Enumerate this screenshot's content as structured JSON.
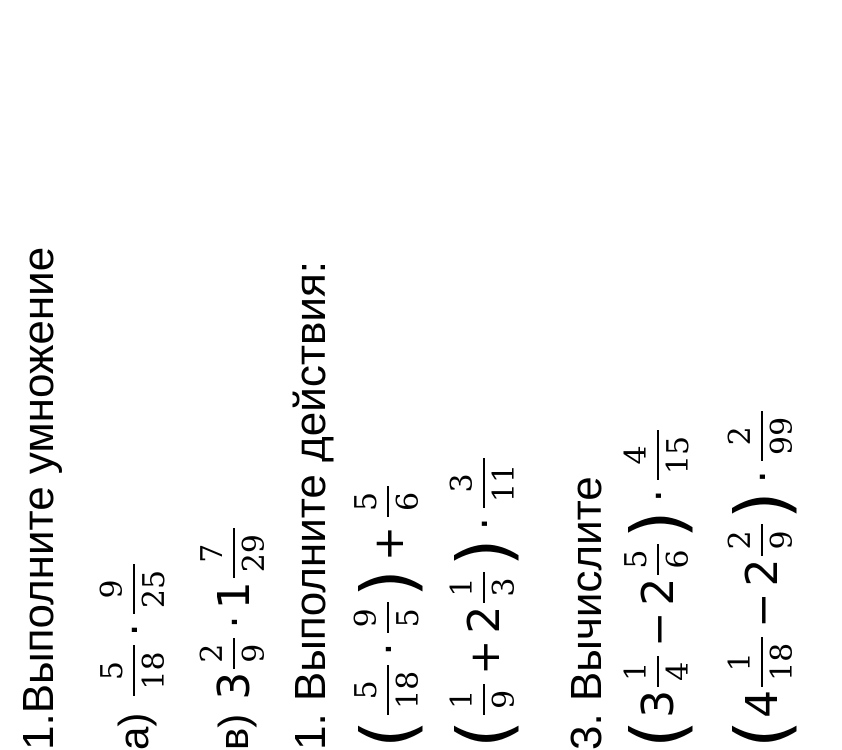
{
  "task1": {
    "title": "1.Выполните умножение",
    "a": {
      "label": "а)",
      "f1": {
        "n": "5",
        "d": "18"
      },
      "op": "·",
      "f2": {
        "n": "9",
        "d": "25"
      }
    },
    "b": {
      "label": "в)",
      "w1": "3",
      "f1": {
        "n": "2",
        "d": "9"
      },
      "op": "·",
      "w2": "1",
      "f2": {
        "n": "7",
        "d": "29"
      }
    }
  },
  "task2": {
    "title": "1.  Выполните действия:",
    "e1": {
      "lp": "(",
      "f1": {
        "n": "5",
        "d": "18"
      },
      "op1": "·",
      "f2": {
        "n": "9",
        "d": "5"
      },
      "rp": ")",
      "op2": "+",
      "f3": {
        "n": "5",
        "d": "6"
      }
    },
    "e2": {
      "lp": "(",
      "f1": {
        "n": "1",
        "d": "9"
      },
      "op1": "+",
      "w": "2",
      "f2": {
        "n": "1",
        "d": "3"
      },
      "rp": ")",
      "op2": "·",
      "f3": {
        "n": "3",
        "d": "11"
      }
    }
  },
  "task3": {
    "title": "3. Вычислите",
    "e1": {
      "lp": "(",
      "w1": "3",
      "f1": {
        "n": "1",
        "d": "4"
      },
      "op1": "−",
      "w2": "2",
      "f2": {
        "n": "5",
        "d": "6"
      },
      "rp": ")",
      "op2": "·",
      "f3": {
        "n": "4",
        "d": "15"
      }
    },
    "e2": {
      "lp": "(",
      "w1": "4",
      "f1": {
        "n": "1",
        "d": "18"
      },
      "op1": "−",
      "w2": "2",
      "f2": {
        "n": "2",
        "d": "9"
      },
      "rp": ")",
      "op2": "·",
      "f3": {
        "n": "2",
        "d": "99"
      }
    }
  }
}
